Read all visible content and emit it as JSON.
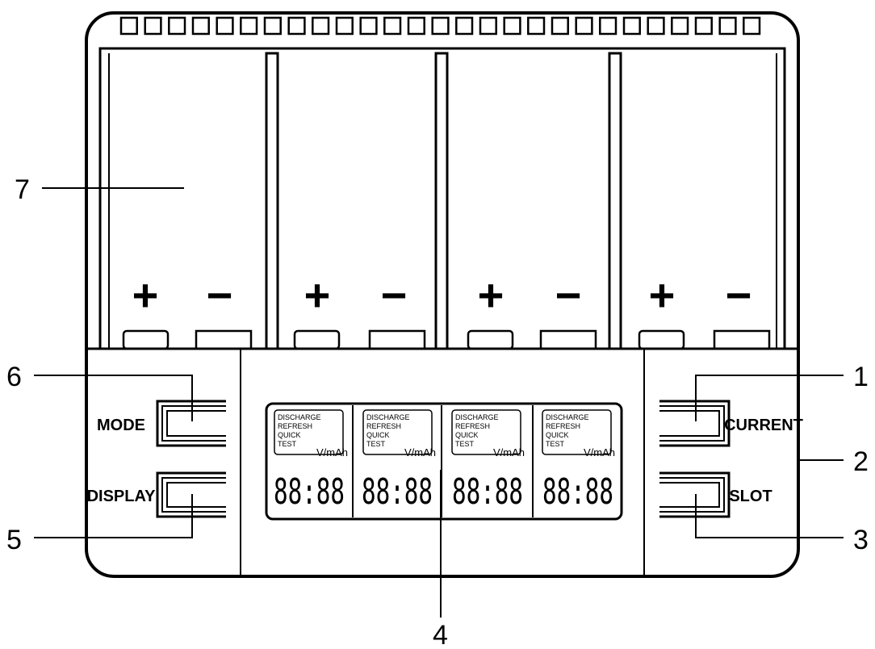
{
  "callouts": {
    "c1": "1",
    "c2": "2",
    "c3": "3",
    "c4": "4",
    "c5": "5",
    "c6": "6",
    "c7": "7"
  },
  "buttons": {
    "mode": "MODE",
    "display": "DISPLAY",
    "current": "CURRENT",
    "slot": "SLOT"
  },
  "bays": [
    {
      "plus": "+",
      "minus": "−"
    },
    {
      "plus": "+",
      "minus": "−"
    },
    {
      "plus": "+",
      "minus": "−"
    },
    {
      "plus": "+",
      "minus": "−"
    }
  ],
  "lcd": {
    "slots": [
      {
        "modes": [
          "DISCHARGE",
          "REFRESH",
          "QUICK",
          "TEST"
        ],
        "unit": "V/mAh",
        "digits": "88:88"
      },
      {
        "modes": [
          "DISCHARGE",
          "REFRESH",
          "QUICK",
          "TEST"
        ],
        "unit": "V/mAh",
        "digits": "88:88"
      },
      {
        "modes": [
          "DISCHARGE",
          "REFRESH",
          "QUICK",
          "TEST"
        ],
        "unit": "V/mAh",
        "digits": "88:88"
      },
      {
        "modes": [
          "DISCHARGE",
          "REFRESH",
          "QUICK",
          "TEST"
        ],
        "unit": "V/mAh",
        "digits": "88:88"
      }
    ]
  }
}
